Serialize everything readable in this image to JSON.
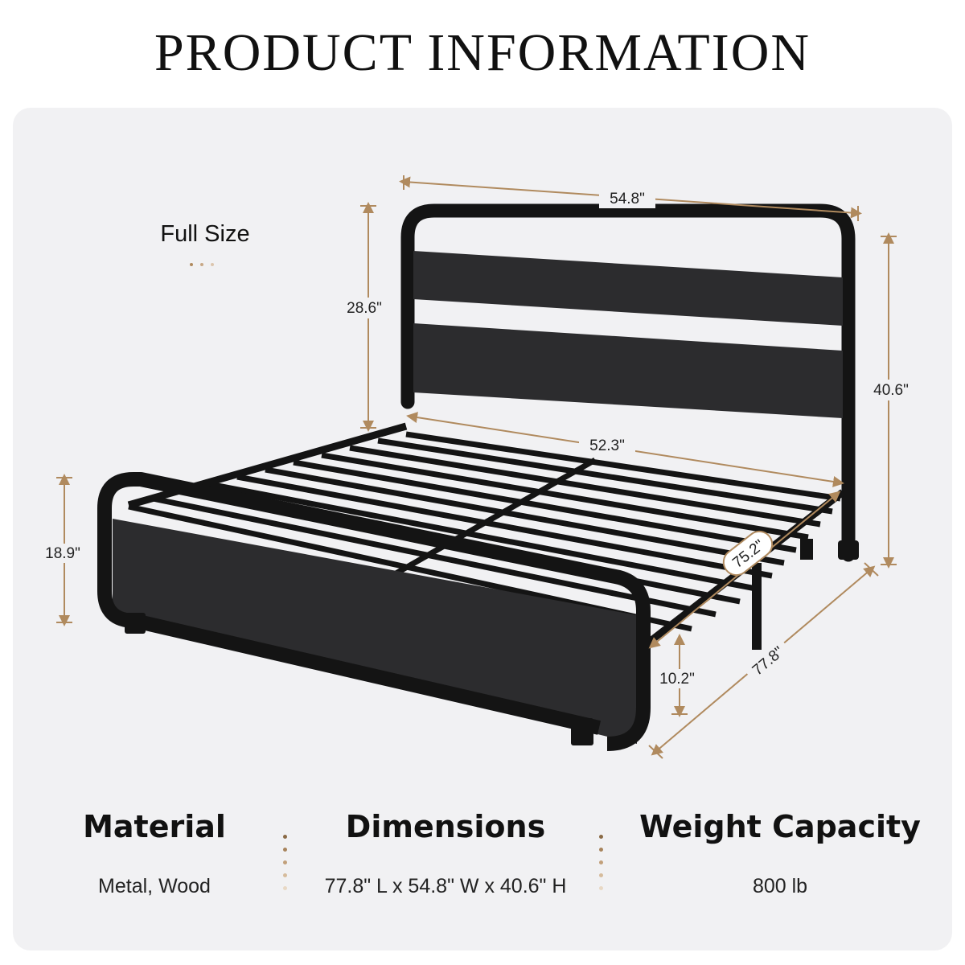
{
  "title": "PRODUCT INFORMATION",
  "size_label": "Full Size",
  "dimensions": {
    "width_top": "54.8\"",
    "headboard_height": "28.6\"",
    "total_height": "40.6\"",
    "inner_width": "52.3\"",
    "footboard_height": "18.9\"",
    "inner_length": "75.2\"",
    "clearance": "10.2\"",
    "total_length": "77.8\""
  },
  "specs": {
    "material": {
      "heading": "Material",
      "value": "Metal, Wood"
    },
    "dimensions": {
      "heading": "Dimensions",
      "value": "77.8\" L x 54.8\" W x 40.6\" H"
    },
    "weight": {
      "heading": "Weight Capacity",
      "value": "800 lb"
    }
  },
  "colors": {
    "accent": "#b08a5e",
    "frame": "#141414",
    "wood": "#2c2c2e",
    "panel": "#f1f1f3"
  }
}
